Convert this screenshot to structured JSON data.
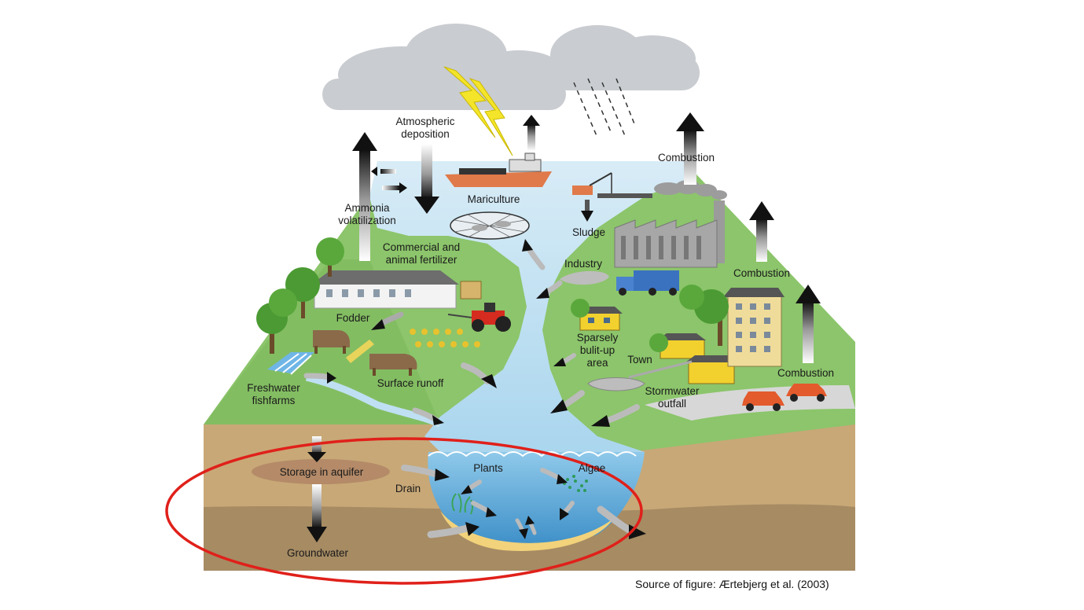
{
  "labels": {
    "atmospheric_deposition": [
      "Atmospheric",
      "deposition"
    ],
    "mariculture": "Mariculture",
    "sludge": "Sludge",
    "combustion_top": "Combustion",
    "combustion_mid": "Combustion",
    "combustion_cars": "Combustion",
    "ammonia_volatilization": [
      "Ammonia",
      "volatilization"
    ],
    "fertilizer": [
      "Commercial and",
      "animal fertilizer"
    ],
    "industry": "Industry",
    "fodder": "Fodder",
    "sparsely_built_up": [
      "Sparsely",
      "bulit-up",
      "area"
    ],
    "town": "Town",
    "freshwater_fishfarms": [
      "Freshwater",
      "fishfarms"
    ],
    "surface_runoff": "Surface runoff",
    "stormwater_outfall": [
      "Stormwater",
      "outfall"
    ],
    "storage_in_aquifer": "Storage in aquifer",
    "plants": "Plants",
    "algae": "Algae",
    "drain": "Drain",
    "groundwater": "Groundwater"
  },
  "source_credit": "Source of figure: Ærtebjerg et al. (2003)",
  "colors": {
    "land_green": "#8cc56b",
    "water_blue": "#bfe0f2",
    "soil_upper": "#c8a877",
    "soil_lower": "#a68b63",
    "cloud": "#c9ccd0",
    "lightning": "#f4e52a",
    "highlight_ellipse": "#e0201a",
    "sediment": "#f2d27a"
  }
}
